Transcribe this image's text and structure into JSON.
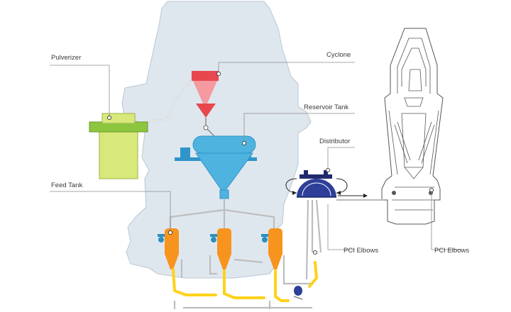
{
  "labels": {
    "pulverizer": "Pulverizer",
    "cyclone": "Cyclone",
    "reservoir_tank": "Reservoir Tank",
    "distributor": "Distributor",
    "feed_tank": "Feed Tank",
    "pci_elbows_1": "PCI Elbows",
    "pci_elbows_2": "PCI Elbows"
  },
  "colors": {
    "building": "#dfe7ee",
    "building_stroke": "#b8c6d2",
    "pulverizer": "#8cc63f",
    "pulverizer_body": "#d9e87a",
    "cyclone_light": "#f59aa0",
    "cyclone_dark": "#e8474f",
    "reservoir": "#4fb3e0",
    "reservoir_dark": "#2f95c9",
    "feed_tank": "#f7941d",
    "distributor": "#2e3f97",
    "yellow_pipe": "#ffd21a"
  },
  "icons": [
    "valve-icon",
    "flow-arrow-icon",
    "connection-dot-icon"
  ]
}
